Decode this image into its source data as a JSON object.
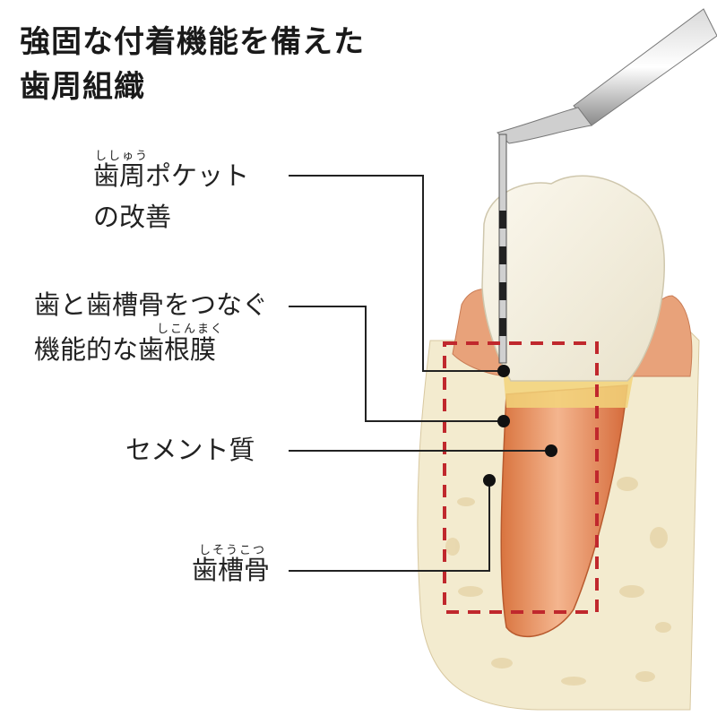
{
  "title": {
    "line1": "強固な付着機能を備えた",
    "line2": "歯周組織"
  },
  "labels": {
    "pocket": {
      "ruby": "ししゅう",
      "line1": "歯周ポケット",
      "line2": "の改善"
    },
    "ligament": {
      "ruby": "しこんまく",
      "line1": "歯と歯槽骨をつなぐ",
      "line2": "機能的な歯根膜"
    },
    "cementum": {
      "line1": "セメント質"
    },
    "bone": {
      "ruby": "しそうこつ",
      "line1": "歯槽骨"
    }
  },
  "colors": {
    "highlight_box": "#c0282d",
    "leader_line": "#222222",
    "enamel": "#f6f1e1",
    "gum": "#e8a27a",
    "root": "#e98a5e",
    "bone": "#f3ebcf"
  }
}
